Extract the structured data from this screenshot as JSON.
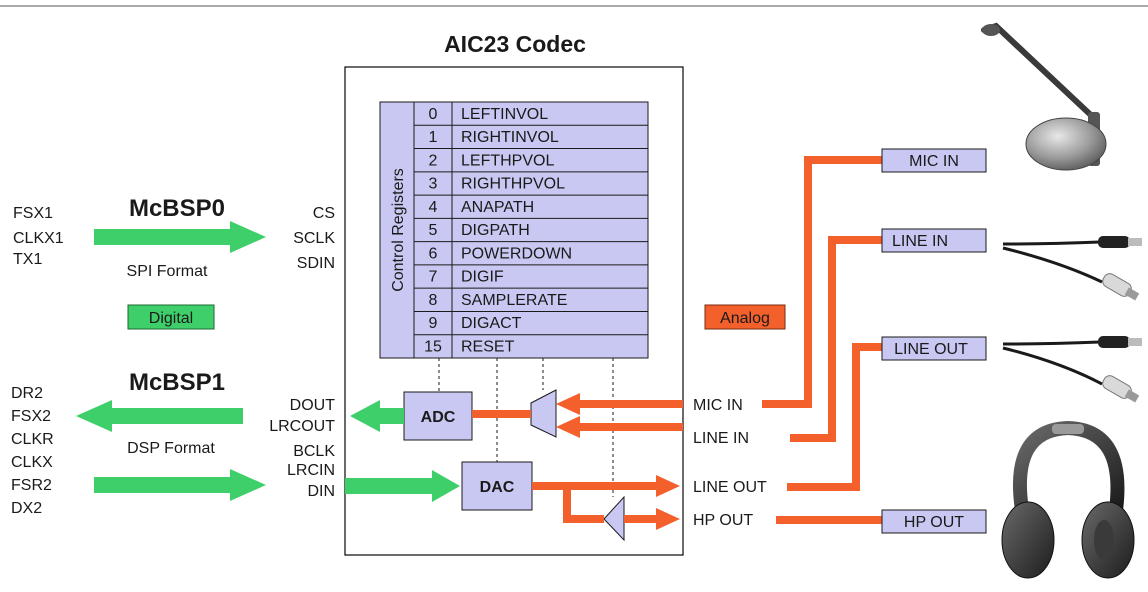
{
  "codec_title": "AIC23 Codec",
  "control_registers_label": "Control Registers",
  "registers": [
    {
      "num": "0",
      "name": "LEFTINVOL"
    },
    {
      "num": "1",
      "name": "RIGHTINVOL"
    },
    {
      "num": "2",
      "name": "LEFTHPVOL"
    },
    {
      "num": "3",
      "name": "RIGHTHPVOL"
    },
    {
      "num": "4",
      "name": "ANAPATH"
    },
    {
      "num": "5",
      "name": "DIGPATH"
    },
    {
      "num": "6",
      "name": "POWERDOWN"
    },
    {
      "num": "7",
      "name": "DIGIF"
    },
    {
      "num": "8",
      "name": "SAMPLERATE"
    },
    {
      "num": "9",
      "name": "DIGACT"
    },
    {
      "num": "15",
      "name": "RESET"
    }
  ],
  "mcbsp0": {
    "title": "McBSP0",
    "format": "SPI Format",
    "left_pins": [
      "FSX1",
      "CLKX1",
      "TX1"
    ],
    "right_pins": [
      "CS",
      "SCLK",
      "SDIN"
    ]
  },
  "mcbsp1": {
    "title": "McBSP1",
    "format": "DSP Format",
    "left_pins": [
      "DR2",
      "FSX2",
      "CLKR",
      "CLKX",
      "FSR2",
      "DX2"
    ],
    "right_pins_out": [
      "DOUT",
      "LRCOUT"
    ],
    "right_pins_in": [
      "BCLK",
      "LRCIN",
      "DIN"
    ]
  },
  "digital_label": "Digital",
  "analog_label": "Analog",
  "blocks": {
    "adc": "ADC",
    "dac": "DAC"
  },
  "codec_ports": [
    "MIC IN",
    "LINE IN",
    "LINE OUT",
    "HP OUT"
  ],
  "jacks": [
    "MIC IN",
    "LINE IN",
    "LINE OUT",
    "HP OUT"
  ],
  "colors": {
    "digital_green": "#3fcf6a",
    "analog_orange": "#f4602c",
    "block_lavender": "#c9c8f2"
  },
  "icons": [
    "microphone-icon",
    "audio-cable-icon",
    "audio-cable-icon",
    "headphones-icon"
  ]
}
